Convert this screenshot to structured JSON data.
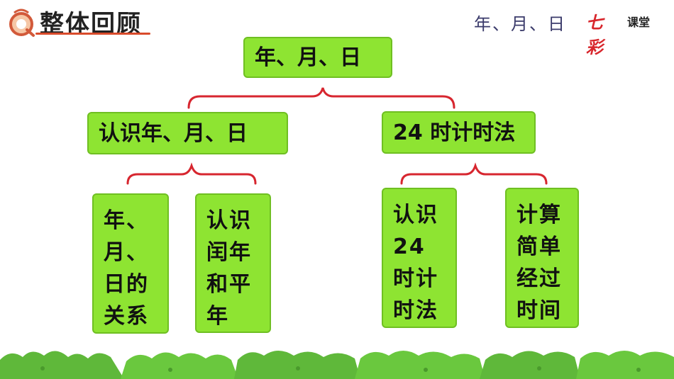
{
  "header": {
    "title": "整体回顾",
    "topic": "年、月、日",
    "brand_main": "七彩",
    "brand_sub": "课堂"
  },
  "tree": {
    "root": "年、月、日",
    "left": {
      "label": "认识年、月、日",
      "children": [
        "年、月、日的关系",
        "认识闰年和平年"
      ]
    },
    "right": {
      "label": "24 时计时法",
      "children": [
        "认识24时计时法",
        "计算简单经过时间"
      ]
    }
  },
  "colors": {
    "box_fill": "#8ee432",
    "brace": "#d7262f",
    "grass": "#5fb83a"
  },
  "icons": [
    "q-logo-icon",
    "grass-decoration"
  ]
}
